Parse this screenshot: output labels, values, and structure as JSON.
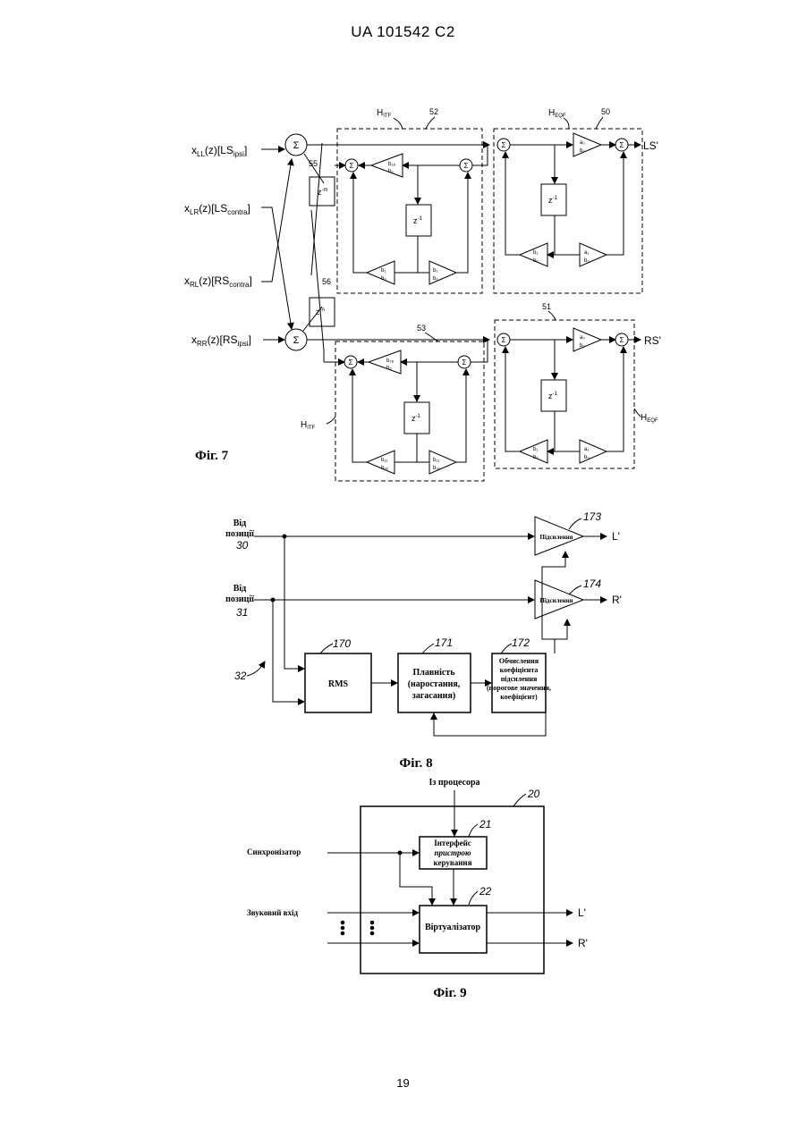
{
  "header": {
    "text": "UA   101542   C2"
  },
  "page_number": "19",
  "fig7": {
    "caption": "Фіг. 7",
    "inputs": {
      "ll_main": "x",
      "ll_sub": "LL",
      "ll_mid": "(z)[LS",
      "ll_sub2": "ipsi",
      "ll_end": "]",
      "lr_main": "x",
      "lr_sub": "LR",
      "lr_mid": "(z)[LS",
      "lr_sub2": "contra",
      "lr_end": "]",
      "rl_main": "x",
      "rl_sub": "RL",
      "rl_mid": "(z)[RS",
      "rl_sub2": "contra",
      "rl_end": "]",
      "rr_main": "x",
      "rr_sub": "RR",
      "rr_mid": "(z)[RS",
      "rr_sub2": "ipsi",
      "rr_end": "]"
    },
    "outputs": {
      "top": "LS'",
      "bottom": "RS'"
    },
    "labels": {
      "hitf_top": "H",
      "hitf_top_sub": "ITF",
      "ref52": "52",
      "heqf_top": "H",
      "heqf_top_sub": "EQF",
      "ref50": "50",
      "ref55": "55",
      "ref56": "56",
      "ref53": "53",
      "ref51": "51",
      "hitf_bot": "H",
      "hitf_bot_sub": "ITF",
      "heqf_bot": "H",
      "heqf_bot_sub": "EQF"
    },
    "sigma": "Σ",
    "delay": "z",
    "delay_exp": "-1",
    "delay_m_exp": "-m",
    "delay_n_exp": "-n"
  },
  "fig8": {
    "caption": "Фіг. 8",
    "input1_line1": "Від",
    "input1_line2": "позиції",
    "input1_num": "30",
    "input2_line1": "Від",
    "input2_line2": "позиції",
    "input2_num": "31",
    "ref32": "32",
    "amp_label": "Підсилення",
    "ref173": "173",
    "ref174": "174",
    "out_l": "L'",
    "out_r": "R'",
    "ref170": "170",
    "ref171": "171",
    "ref172": "172",
    "rms": "RMS",
    "smooth_l1": "Плавність",
    "smooth_l2": "(наростання,",
    "smooth_l3": "загасання)",
    "calc_l1": "Обчислення",
    "calc_l2": "коефіцієнта",
    "calc_l3": "підсилення",
    "calc_l4": "(порогове значення,",
    "calc_l5": "коефіцієнт)"
  },
  "fig9": {
    "caption": "Фіг. 9",
    "from_processor": "Із процесора",
    "ref20": "20",
    "ref21": "21",
    "ref22": "22",
    "sync": "Синхронізатор",
    "audio_in": "Звуковий вхід",
    "iface_l1": "Інтерфейс",
    "iface_l2": "пристрою",
    "iface_l3": "керування",
    "virt": "Віртуалізатор",
    "out_l": "L'",
    "out_r": "R'"
  }
}
